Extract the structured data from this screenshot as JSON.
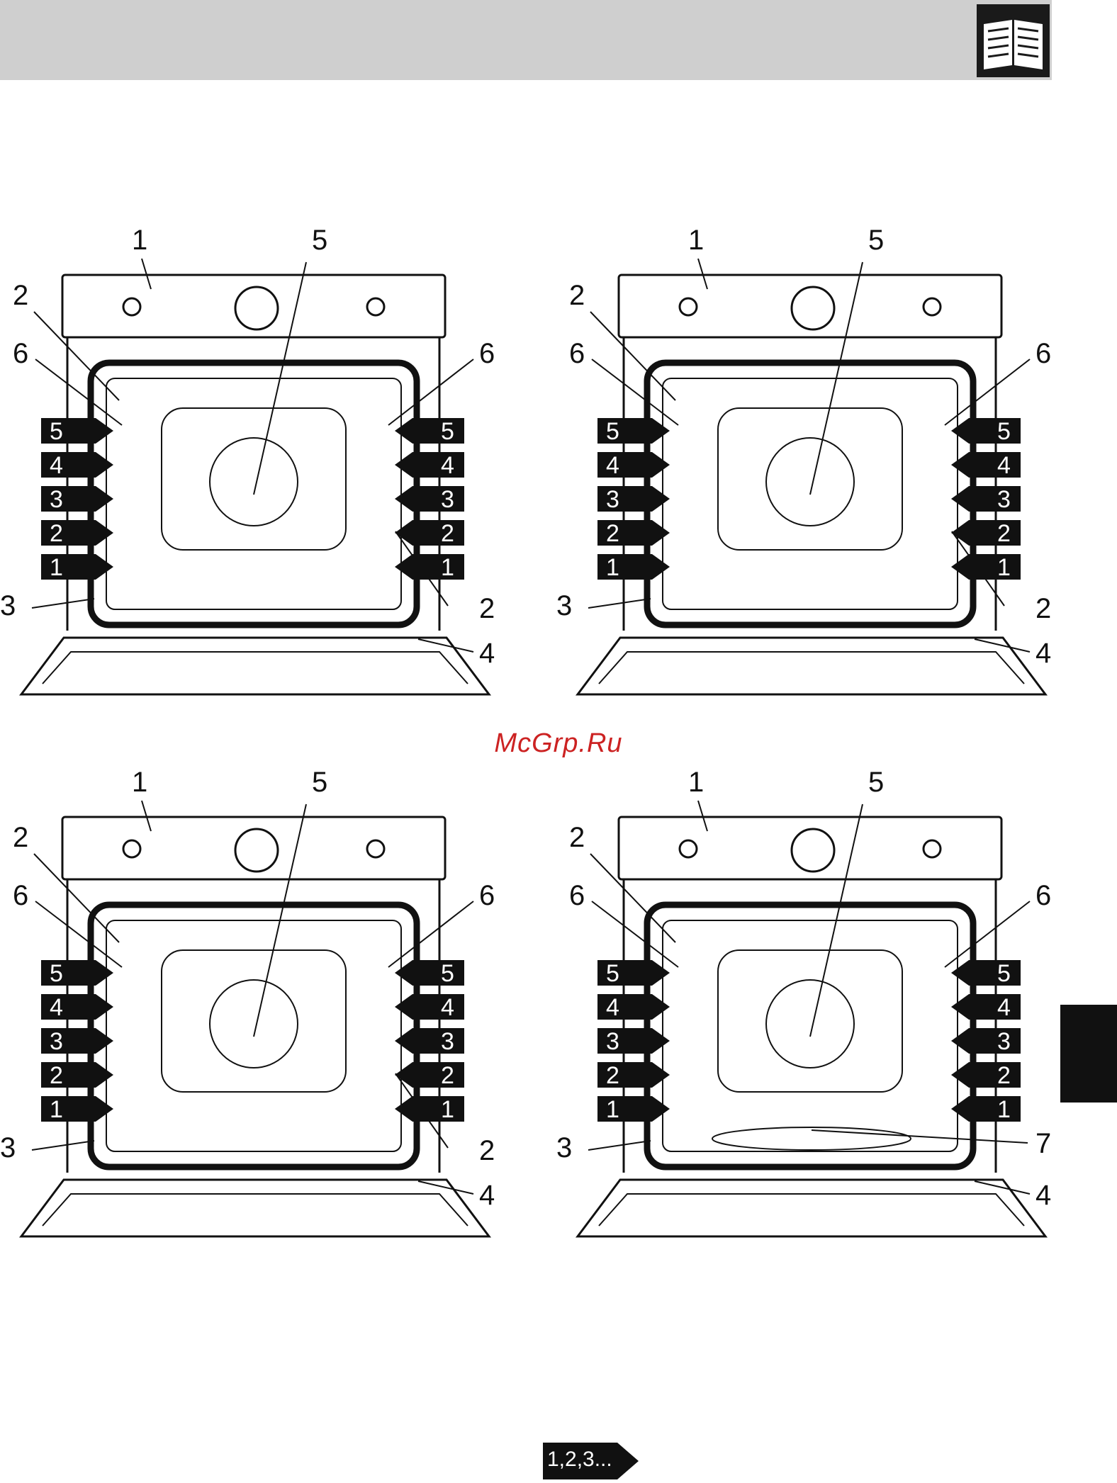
{
  "watermark": "McGrp.Ru",
  "footer_badge": "1,2,3...",
  "colors": {
    "header_band": "#cfcfcf",
    "badge": "#111111",
    "watermark": "#cc2222"
  },
  "icons": {
    "header": "book-icon",
    "footer": "arrow-tag-icon"
  },
  "diagrams": [
    {
      "callouts": {
        "control_panel": "1",
        "side_rack_top": "2",
        "side_rack_bottom": "2",
        "door_seal": "3",
        "door": "4",
        "fan": "5",
        "rack_guide_left": "6",
        "rack_guide_right": "6"
      },
      "shelves": [
        "5",
        "4",
        "3",
        "2",
        "1"
      ]
    },
    {
      "callouts": {
        "control_panel": "1",
        "side_rack_top": "2",
        "side_rack_bottom": "2",
        "door_seal": "3",
        "door": "4",
        "fan": "5",
        "rack_guide_left": "6",
        "rack_guide_right": "6"
      },
      "shelves": [
        "5",
        "4",
        "3",
        "2",
        "1"
      ]
    },
    {
      "callouts": {
        "control_panel": "1",
        "side_rack_top": "2",
        "side_rack_bottom": "2",
        "door_seal": "3",
        "door": "4",
        "fan": "5",
        "rack_guide_left": "6",
        "rack_guide_right": "6"
      },
      "shelves": [
        "5",
        "4",
        "3",
        "2",
        "1"
      ]
    },
    {
      "callouts": {
        "control_panel": "1",
        "side_rack_top": "2",
        "door_seal": "3",
        "door": "4",
        "fan": "5",
        "rack_guide_left": "6",
        "rack_guide_right": "6",
        "bottom_element": "7"
      },
      "shelves": [
        "5",
        "4",
        "3",
        "2",
        "1"
      ]
    }
  ]
}
